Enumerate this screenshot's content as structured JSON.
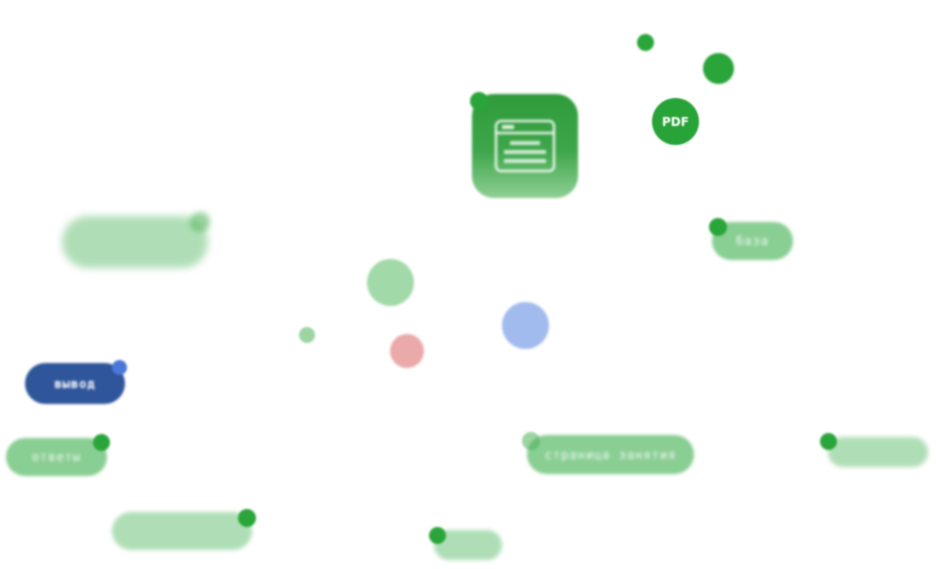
{
  "nodes": {
    "vyvod": "вывод",
    "otvety": "ответы",
    "baza": "база",
    "stranica_zanyatiya": "страница занятия",
    "blurred_left": "",
    "blurred_bottom_left": "",
    "blurred_bottom_mid": "",
    "blurred_right": ""
  },
  "circles": {
    "pdf": "PDF",
    "green": "",
    "blue": "",
    "red": ""
  },
  "colors": {
    "accent_green": "#2aa53a",
    "pill_green": "#40b050",
    "blue_dark": "#2f559b",
    "blue_dot": "#4a78d8",
    "red_soft": "#d65656"
  },
  "icons": {
    "app_tile": "browser-window-icon"
  }
}
